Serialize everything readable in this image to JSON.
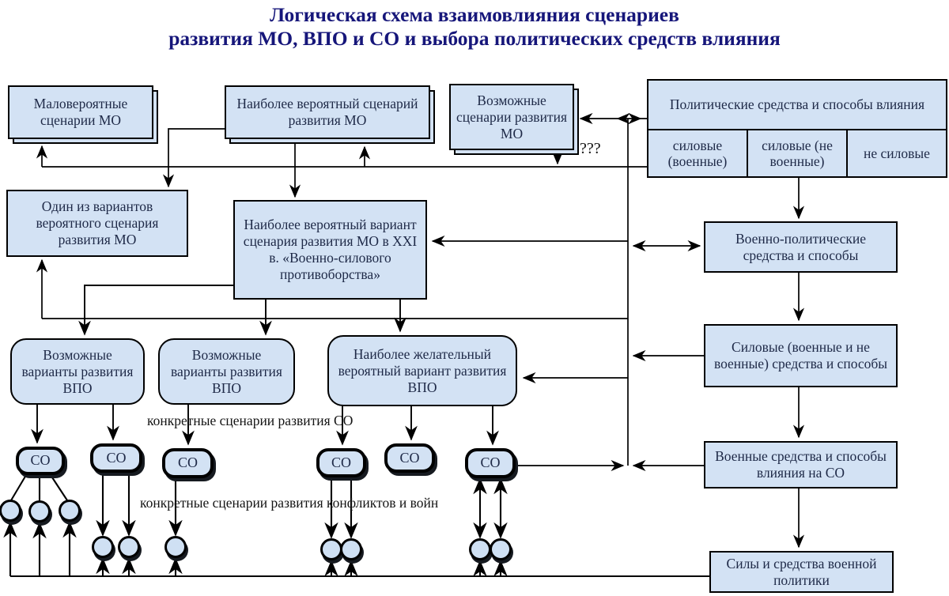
{
  "title": {
    "line1": "Логическая схема взаимовлияния сценариев",
    "line2": "развития МО, ВПО и СО и выбора политических средств влияния"
  },
  "colors": {
    "node_fill": "#d3e2f4",
    "line_color": "#000000",
    "title_text": "#16167a",
    "node_text": "#1e2947"
  },
  "nodes": {
    "unlikely_mo": {
      "label": "Маловероятные сценарии МО"
    },
    "most_likely_mo": {
      "label": "Наиболее вероятный сценарий развития МО"
    },
    "possible_mo": {
      "label": "Возможные сценарии развития МО"
    },
    "political_means": {
      "label": "Политические средства и способы влияния"
    },
    "political_cells": [
      {
        "label": "силовые (военные)"
      },
      {
        "label": "силовые (не военные)"
      },
      {
        "label": "не силовые"
      }
    ],
    "one_variant_mo": {
      "label": "Один из вариантов вероятного сценария развития МО"
    },
    "most_likely_variant_mo": {
      "label": "Наиболее вероятный вариант сценария развития МО в XXI в. «Военно-силового противоборства»"
    },
    "military_political_means": {
      "label": "Военно-политические средства и способы"
    },
    "forceful_means": {
      "label": "Силовые (военные и не военные) средства и способы"
    },
    "vpo_possible": {
      "label": "Возможные варианты развития ВПО"
    },
    "vpo_desired": {
      "label": "Наиболее желательный вероятный вариант развития ВПО"
    },
    "military_means_co": {
      "label": "Военные средства и способы влияния на СО"
    },
    "forces_military_policy": {
      "label": "Силы и средства военной политики"
    },
    "co": {
      "label": "СО"
    }
  },
  "annotations": {
    "question": "???",
    "co_scenarios": "конкретные сценарии развития СО",
    "conflict_scenarios": "конкретные сценарии развития конфликтов и войн"
  }
}
